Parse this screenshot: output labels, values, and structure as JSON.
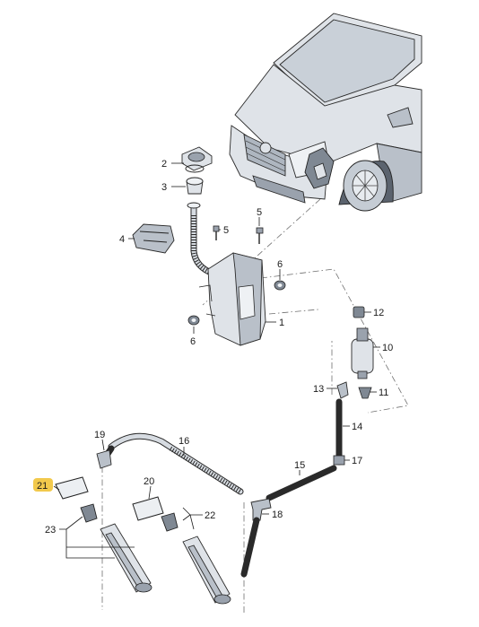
{
  "labels": {
    "p1": "1",
    "p2": "2",
    "p3": "3",
    "p4": "4",
    "p5": "5",
    "p6a": "6",
    "p6b": "6",
    "p10": "10",
    "p11": "11",
    "p12": "12",
    "p13": "13",
    "p14": "14",
    "p15": "15",
    "p16": "16",
    "p17": "17",
    "p18": "18",
    "p19": "19",
    "p20": "20",
    "p21": "21",
    "p22": "22",
    "p23": "23"
  },
  "colors": {
    "highlight": "#f2c94c",
    "line": "#1a1a1a",
    "part_light": "#dfe3e8",
    "part_mid": "#b9c0c9",
    "part_dark": "#7f8893"
  },
  "highlighted_part": "21"
}
